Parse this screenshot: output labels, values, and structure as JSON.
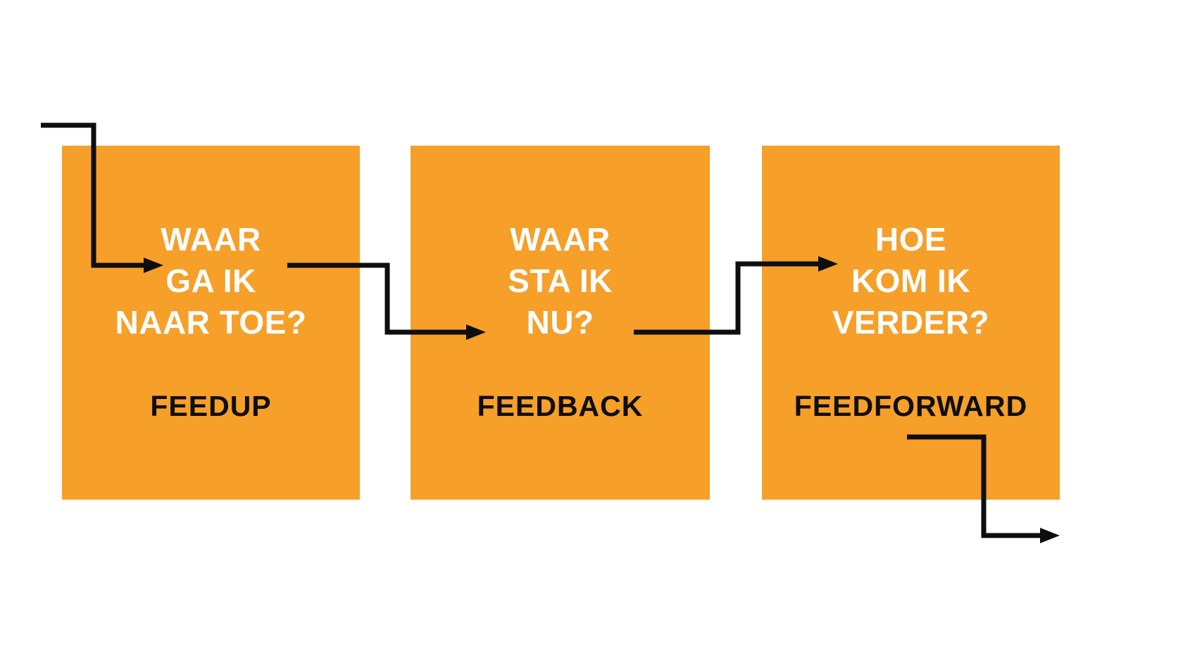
{
  "colors": {
    "box_fill": "#F69F29",
    "question_text": "#FFFFFF",
    "label_text": "#0E0E0E",
    "arrow": "#0E0E0E",
    "background": "#FFFFFF"
  },
  "boxes": [
    {
      "question_lines": [
        "WAAR",
        "GA IK",
        "NAAR TOE?"
      ],
      "label": "FEEDUP"
    },
    {
      "question_lines": [
        "WAAR",
        "STA IK",
        "NU?"
      ],
      "label": "FEEDBACK"
    },
    {
      "question_lines": [
        "HOE",
        "KOM IK",
        "VERDER?"
      ],
      "label": "FEEDFORWARD"
    }
  ]
}
